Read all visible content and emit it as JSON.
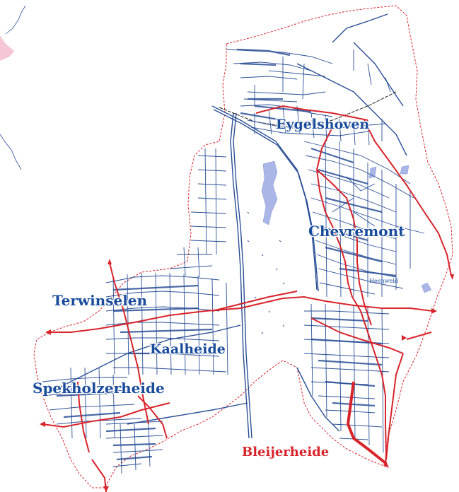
{
  "map": {
    "districts": {
      "eygelshoven": "Eygelshoven",
      "chevremont": "Chevremont",
      "terwinselen": "Terwinselen",
      "kaalheide": "Kaalheide",
      "spekholzerheide": "Spekholzerheide",
      "bleijerheide": "Bleijerheide"
    },
    "minor_labels": {
      "locality": "Heenweld"
    },
    "colors": {
      "district_label": "#1a4c9c",
      "highlight_label": "#d8232a",
      "streets": "#2a4f96",
      "main_roads": "#d8232a",
      "boundary": "#d8232a",
      "water": "#a9b6e6",
      "background": "#ffffff"
    }
  }
}
